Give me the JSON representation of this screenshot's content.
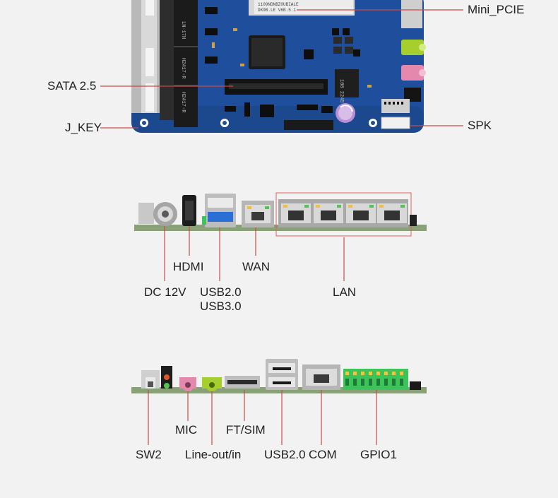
{
  "top_view": {
    "labels": {
      "mini_pcie": "Mini_PCIE",
      "sata": "SATA 2.5",
      "j_key": "J_KEY",
      "spk": "SPK"
    },
    "chip_text": {
      "heatsink_line1": "1109NDNBZ0UBIALE",
      "heatsink_line2": "DK9B.LE V6B.5.1",
      "inductor": "100\n2245",
      "port_row_1": "LN-17H",
      "port_row_2": "H2417-R",
      "port_row_3": "H2417-R"
    }
  },
  "rear_panel": {
    "labels": {
      "hdmi": "HDMI",
      "wan": "WAN",
      "dc": "DC 12V",
      "usb_line1": "USB2.0",
      "usb_line2": "USB3.0",
      "lan": "LAN"
    }
  },
  "front_panel": {
    "labels": {
      "mic": "MIC",
      "ft_sim": "FT/SIM",
      "sw2": "SW2",
      "line_out": "Line-out/in",
      "usb": "USB2.0",
      "com": "COM",
      "gpio": "GPIO1"
    }
  },
  "colors": {
    "background": "#f2f2f2",
    "pcb_blue": "#1f4f9c",
    "pcb_green": "#8aa078",
    "callout_red": "#c94a4a",
    "lan_box": "#e06060",
    "mic_pink": "#e489ad",
    "line_green": "#a6cf2e",
    "usb3_blue": "#2a6fd6",
    "terminal_green": "#3cc45a"
  }
}
